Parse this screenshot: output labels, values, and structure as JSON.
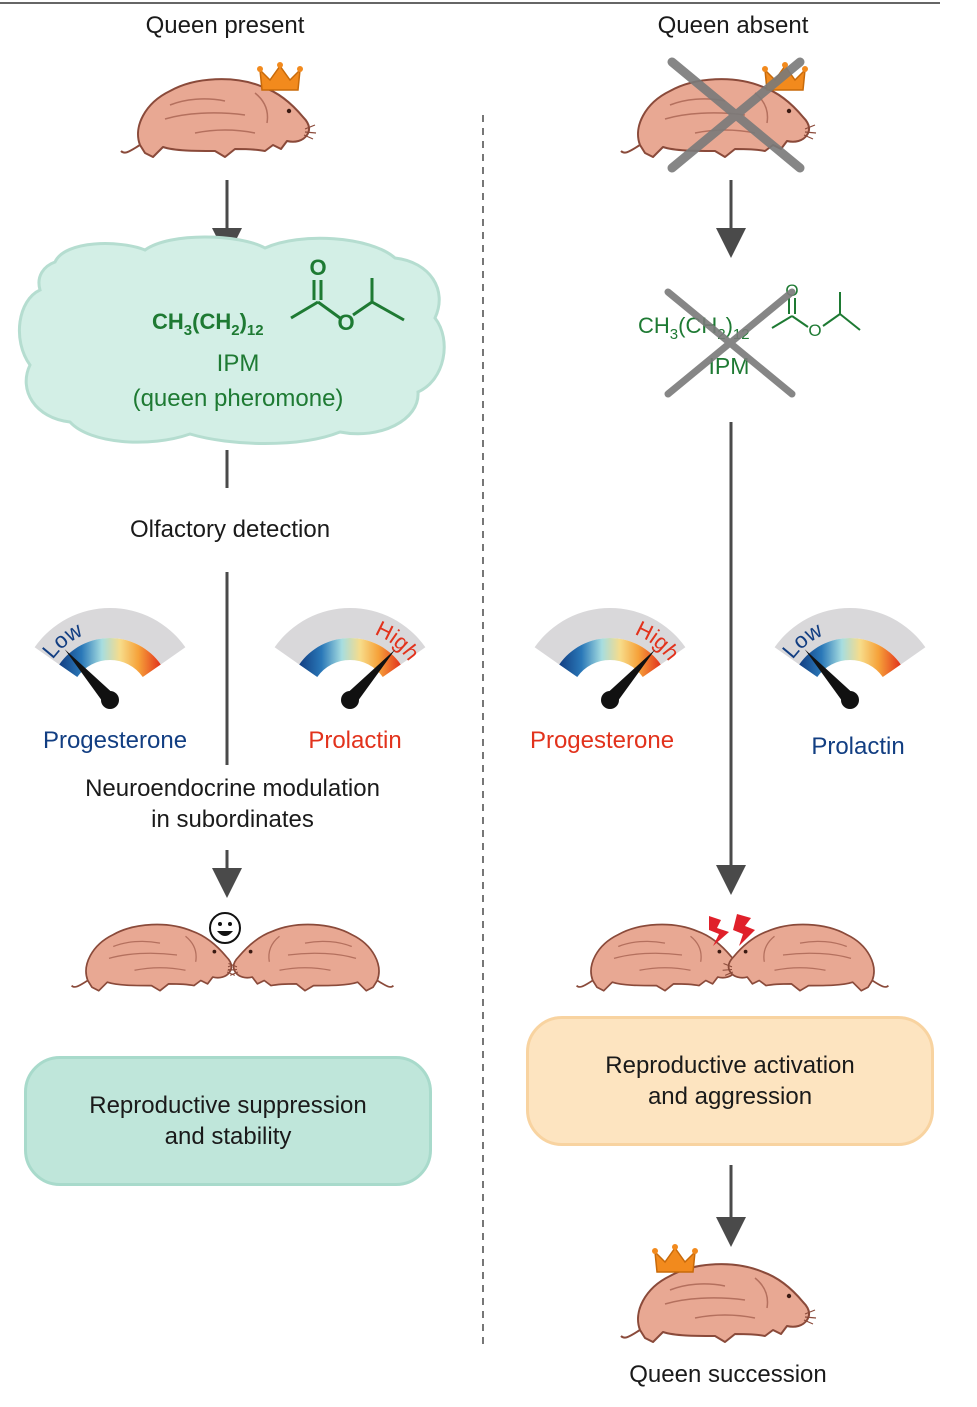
{
  "left": {
    "title": "Queen present",
    "pheromone": {
      "name": "IPM",
      "caption": "(queen pheromone)"
    },
    "detection": "Olfactory detection",
    "gauges": [
      {
        "label": "Progesterone",
        "level_text": "Low",
        "level": 0.12
      },
      {
        "label": "Prolactin",
        "level_text": "High",
        "level": 0.88
      }
    ],
    "modulation": {
      "line1": "Neuroendocrine modulation",
      "line2": "in subordinates"
    },
    "interaction_icon": "smiley-icon",
    "outcome": {
      "line1": "Reproductive suppression",
      "line2": "and stability"
    }
  },
  "right": {
    "title": "Queen absent",
    "pheromone": {
      "name": "IPM"
    },
    "gauges": [
      {
        "label": "Progesterone",
        "level_text": "High",
        "level": 0.88
      },
      {
        "label": "Prolactin",
        "level_text": "Low",
        "level": 0.12
      }
    ],
    "interaction_icon": "lightning-conflict-icon",
    "outcome": {
      "line1": "Reproductive activation",
      "line2": "and aggression"
    },
    "final": "Queen succession"
  },
  "chem": {
    "ch3": "CH",
    "sub3": "3",
    "ch2": "(CH",
    "sub2": "2",
    "close": ")",
    "sub12": "12",
    "o_carbonyl": "O",
    "o_ester": "O"
  },
  "colors": {
    "low": "#123e82",
    "high": "#e2321c",
    "chem_green": "#1e7a33",
    "cloud_fill": "#d3efe6",
    "suppression_box": "#bfe6da",
    "activation_box": "#fde4c0",
    "crown": "#f28a1d",
    "mole_skin": "#e8a893"
  }
}
